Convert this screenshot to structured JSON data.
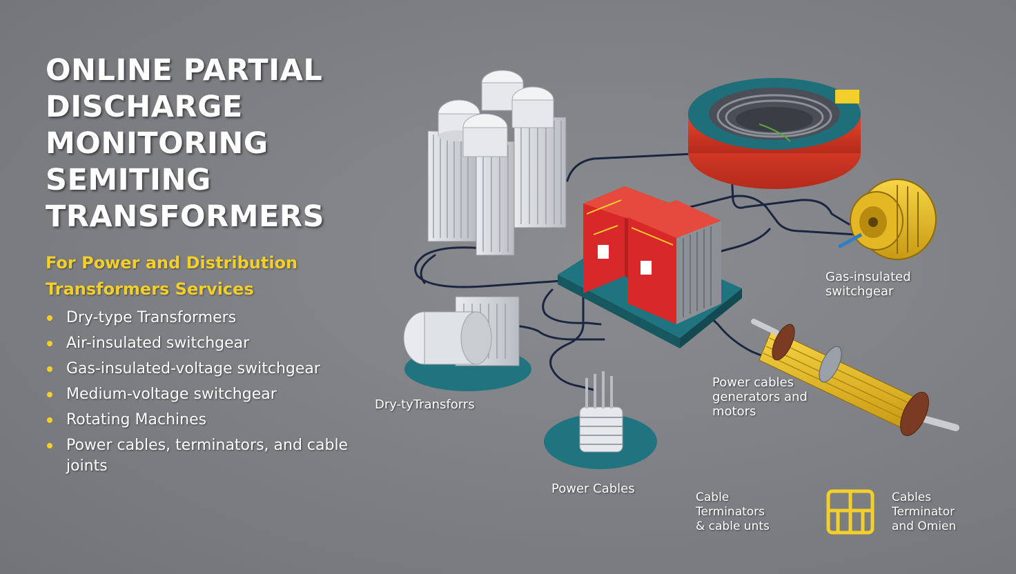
{
  "title": {
    "lines": [
      "ONLINE PARTIAL",
      "DISCHARGE",
      "MONITORING",
      "SEMITING",
      "TRANSFORMERS"
    ]
  },
  "subtitle": {
    "lines": [
      "For Power and Distribution",
      "Transformers Services"
    ]
  },
  "bullets": [
    "Dry-type Transformers",
    "Air-insulated switchgear",
    "Gas-insulated-voltage switchgear",
    "Medium-voltage switchgear",
    "Rotating Machines",
    "Power cables, terminators, and cable joints"
  ],
  "labels": {
    "gas_insulated": [
      "Gas-insulated",
      "switchgear"
    ],
    "dry_type": "Dry-tyTransforrs",
    "power_cables_gen": [
      "Power cables",
      "generators and",
      "motors"
    ],
    "power_cables": "Power Cables",
    "cable_terminators": [
      "Cable",
      "Terminators",
      "& cable unts"
    ],
    "cables_terminator": [
      "Cables",
      "Terminator",
      "and Omien"
    ]
  },
  "colors": {
    "background": "#7d7f83",
    "title_text": "#ffffff",
    "accent_yellow": "#f3cf2b",
    "transformer_red": "#d8282a",
    "platform_teal": "#1f7480",
    "connector_navy": "#1a2542"
  },
  "icons": [
    "cast-resin-transformer-icon",
    "current-transformer-ring-icon",
    "switchgear-cabinet-icon",
    "motor-generator-icon",
    "cable-terminator-icon",
    "power-cable-icon",
    "partial-discharge-sensor-icon"
  ]
}
